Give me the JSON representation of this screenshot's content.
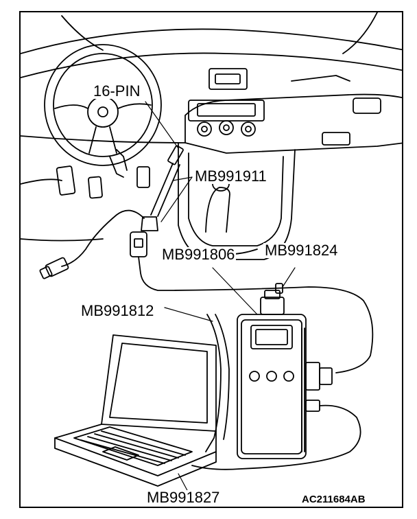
{
  "labels": {
    "connector": "16-PIN",
    "cable_a": "MB991911",
    "interface": "MB991806",
    "adapter": "MB991824",
    "usb_cable": "MB991812",
    "laptop_cable": "MB991827"
  },
  "figure_code": "AC211684AB",
  "colors": {
    "line": "#000000",
    "background": "#ffffff"
  }
}
